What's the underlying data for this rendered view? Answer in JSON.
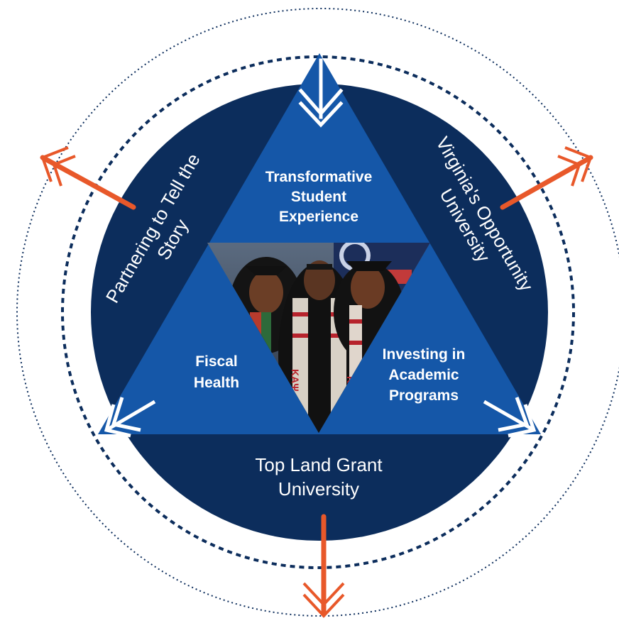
{
  "diagram": {
    "center_labels": {
      "top": [
        "Transformative",
        "Student",
        "Experience"
      ],
      "left": [
        "Fiscal",
        "Health"
      ],
      "right": [
        "Investing in",
        "Academic",
        "Programs"
      ]
    },
    "ring_labels": {
      "left": [
        "Partnering to Tell the",
        "Story"
      ],
      "right": [
        "Virginia's Opportunity",
        "University"
      ],
      "bottom": [
        "Top Land Grant",
        "University"
      ]
    },
    "photo_text": {
      "stole_left": "ΚΑΨ",
      "stole_right": "ΚΑΨ"
    },
    "colors": {
      "navy": "#0c2d5c",
      "royal_blue": "#1557a8",
      "orange_arrow": "#e8582a",
      "dotted_ring": "#0c2d5c",
      "text": "#ffffff"
    },
    "icons": [
      "double-chevron-down-icon",
      "double-chevron-left-up-icon",
      "double-chevron-right-up-icon",
      "orange-arrow-icon"
    ]
  }
}
